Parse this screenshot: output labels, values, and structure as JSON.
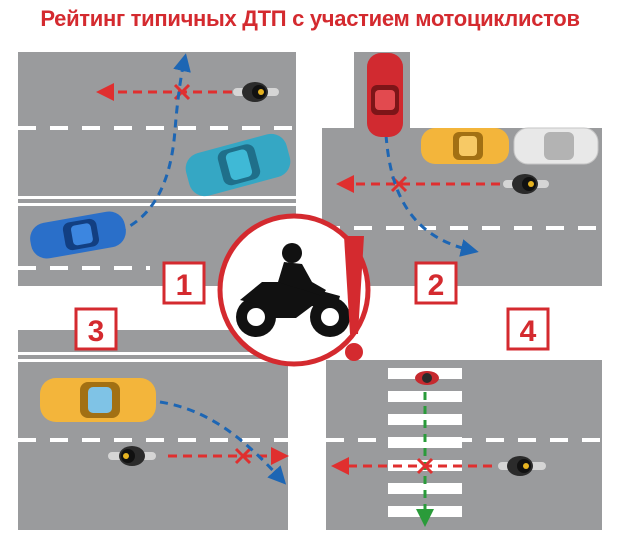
{
  "title": "Рейтинг типичных ДТП с участием мотоциклистов",
  "panels": [
    {
      "number": "1"
    },
    {
      "number": "2"
    },
    {
      "number": "3"
    },
    {
      "number": "4"
    }
  ],
  "colors": {
    "title_red": "#d42a2f",
    "road": "#9a9b9d",
    "dash_red": "#e02f2f",
    "dash_blue": "#1d66b4",
    "dash_green": "#2a9b3a",
    "car_blue": "#2a6fc9",
    "car_teal": "#35a7c4",
    "car_yellow": "#f3b53b",
    "car_red": "#d12a30",
    "car_white": "#e8e8e8"
  },
  "icons": [
    "motorcycle-warning-icon",
    "exclamation-icon",
    "cross-mark-icon",
    "arrow-icon"
  ]
}
